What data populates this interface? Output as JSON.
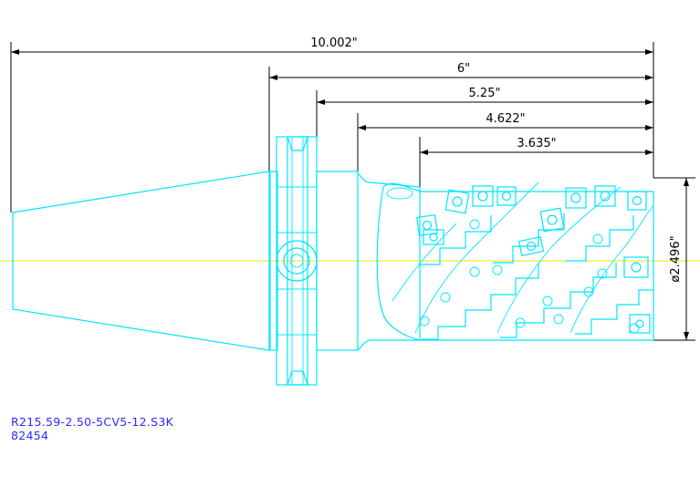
{
  "dimensions": {
    "overall_length": "10.002\"",
    "length_6": "6\"",
    "length_5_25": "5.25\"",
    "length_4_622": "4.622\"",
    "length_3_635": "3.635\"",
    "diameter": "ø2.496\""
  },
  "part": {
    "code": "R215.59-2.50-5CV5-12.S3K",
    "number": "82454"
  },
  "colors": {
    "outline": "#00e5ff",
    "dimension": "#000000",
    "centerline": "#f2e600",
    "label": "#2a2aff"
  }
}
